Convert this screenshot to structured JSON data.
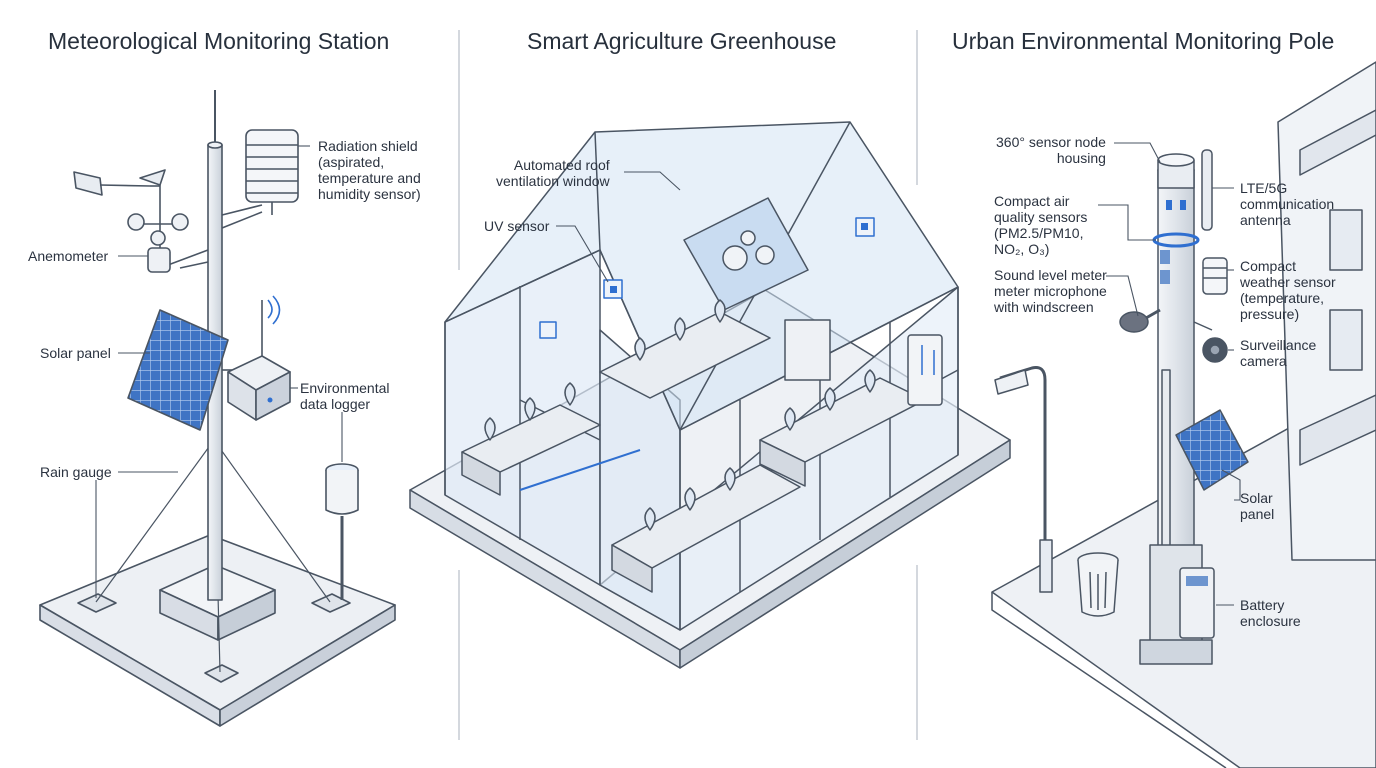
{
  "panels": [
    {
      "title": "Meteorological Monitoring Station",
      "labels": {
        "radiation_shield": "Radiation shield\n(aspirated,\ntemperature and\nhumidity sensor)",
        "anemometer": "Anemometer",
        "solar_panel": "Solar panel",
        "data_logger": "Environmental\ndata logger",
        "rain_gauge": "Rain gauge"
      }
    },
    {
      "title": "Smart Agriculture Greenhouse",
      "labels": {
        "roof_window": "Automated roof\nventilation window",
        "uv_sensor": "UV sensor"
      }
    },
    {
      "title": "Urban Environmental Monitoring Pole",
      "labels": {
        "sensor_node": "360° sensor node\nhousing",
        "air_quality": "Compact air\nquality sensors\n(PM2.5/PM10,\nNO₂, O₃)",
        "sound_meter": "Sound level meter\nmeter microphone\nwith windscreen",
        "antenna": "LTE/5G\ncommunication\nantenna",
        "weather_sensor": "Compact\nweather sensor\n(temperature,\npressure)",
        "camera": "Surveillance\ncamera",
        "solar_panel": "Solar\npanel",
        "battery": "Battery\nenclosure"
      }
    }
  ],
  "colors": {
    "line": "#4a5563",
    "glass": "#dfeaf6",
    "solar": "#3f74c4",
    "accent": "#2f6fd0",
    "platform": "#e9edf3"
  }
}
